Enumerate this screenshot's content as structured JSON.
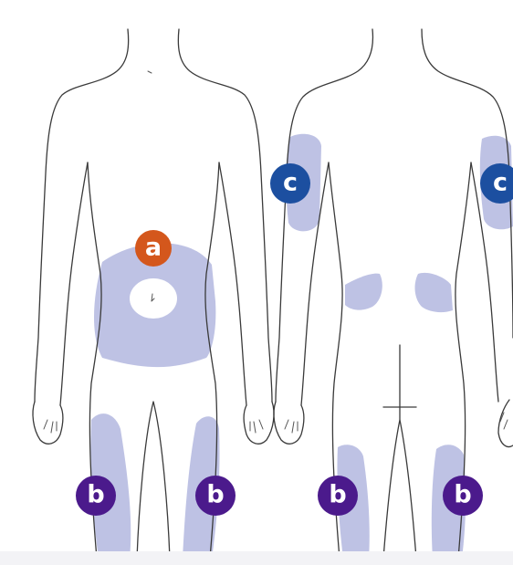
{
  "colors": {
    "zone_fill": "#b9bde2",
    "badge_a": "#d4571c",
    "badge_b": "#4b1a8c",
    "badge_c": "#1c4fa0",
    "navel_fill": "#ffffff",
    "outline": "#3a3a3a"
  },
  "badges": {
    "a": "a",
    "b_front_left": "b",
    "b_front_right": "b",
    "b_back_left": "b",
    "b_back_right": "b",
    "c_back_left": "c",
    "c_back_right": "c"
  }
}
